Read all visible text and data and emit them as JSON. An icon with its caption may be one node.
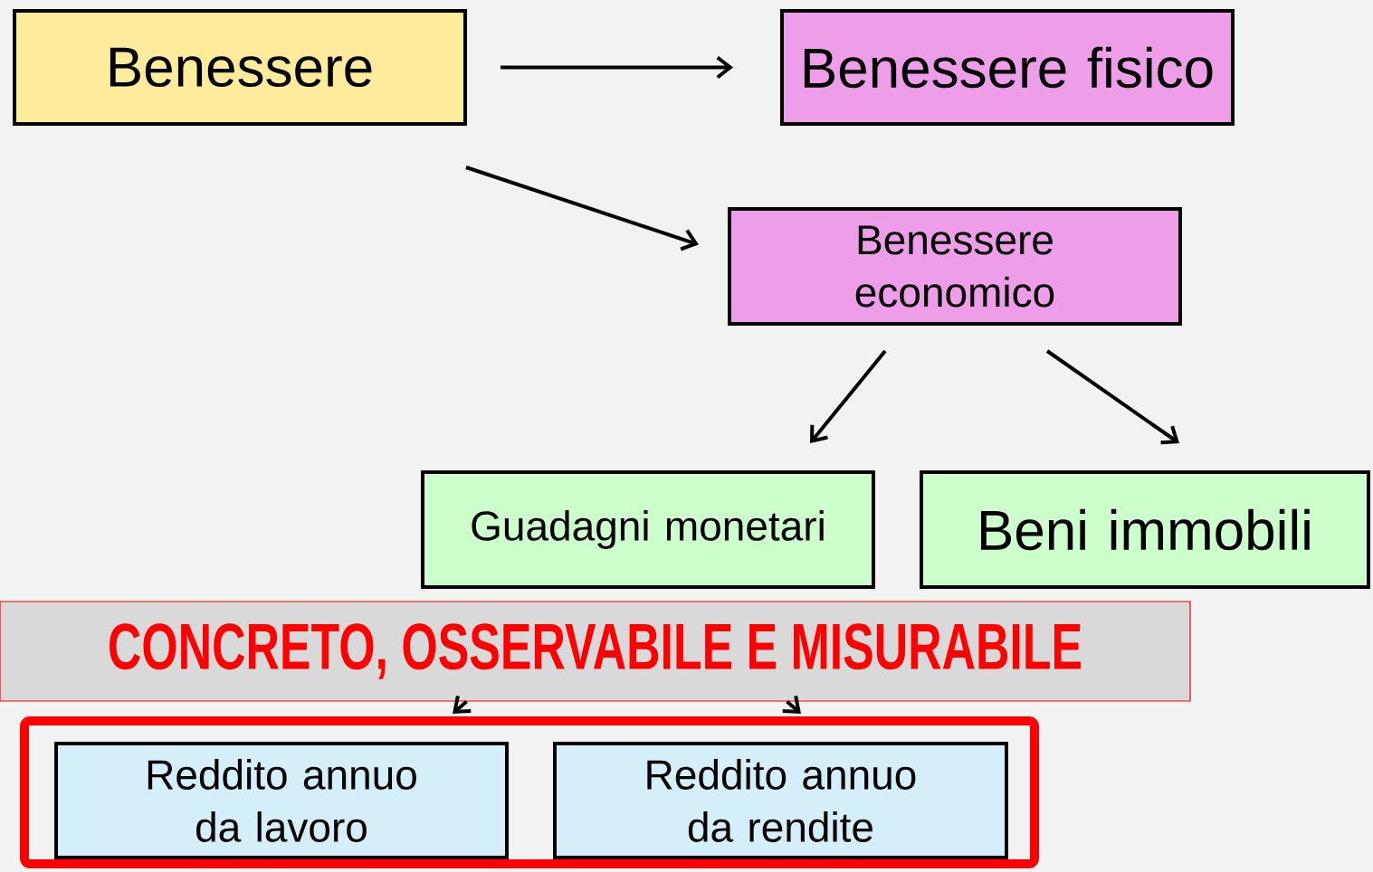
{
  "diagram": {
    "nodes": [
      {
        "text": [
          "Benessere"
        ]
      },
      {
        "text": [
          "Benessere fisico"
        ]
      },
      {
        "text": [
          "Benessere economico"
        ]
      },
      {
        "text": [
          "Guadagni monetari"
        ]
      },
      {
        "text": [
          "Beni immobili"
        ]
      },
      {
        "text": [
          "CONCRETO, OSSERVABILE E MISURABILE"
        ]
      },
      {
        "text": [],
        "shape": "box"
      },
      {
        "text": [
          "Reddito annuo da lavoro"
        ],
        "in": 6
      },
      {
        "text": [
          "Reddito annuo da rendite"
        ],
        "in": 6
      }
    ],
    "edges": [
      {
        "from": 0,
        "to": 1,
        "arrow": "to"
      },
      {
        "from": 0,
        "to": 2,
        "arrow": "to"
      },
      {
        "from": 2,
        "to": 3,
        "arrow": "to"
      },
      {
        "from": 2,
        "to": 4,
        "arrow": "to"
      },
      {
        "from": 5,
        "to": 6,
        "arrow": "to"
      },
      {
        "from": 5,
        "to": 6,
        "arrow": "to"
      }
    ]
  }
}
